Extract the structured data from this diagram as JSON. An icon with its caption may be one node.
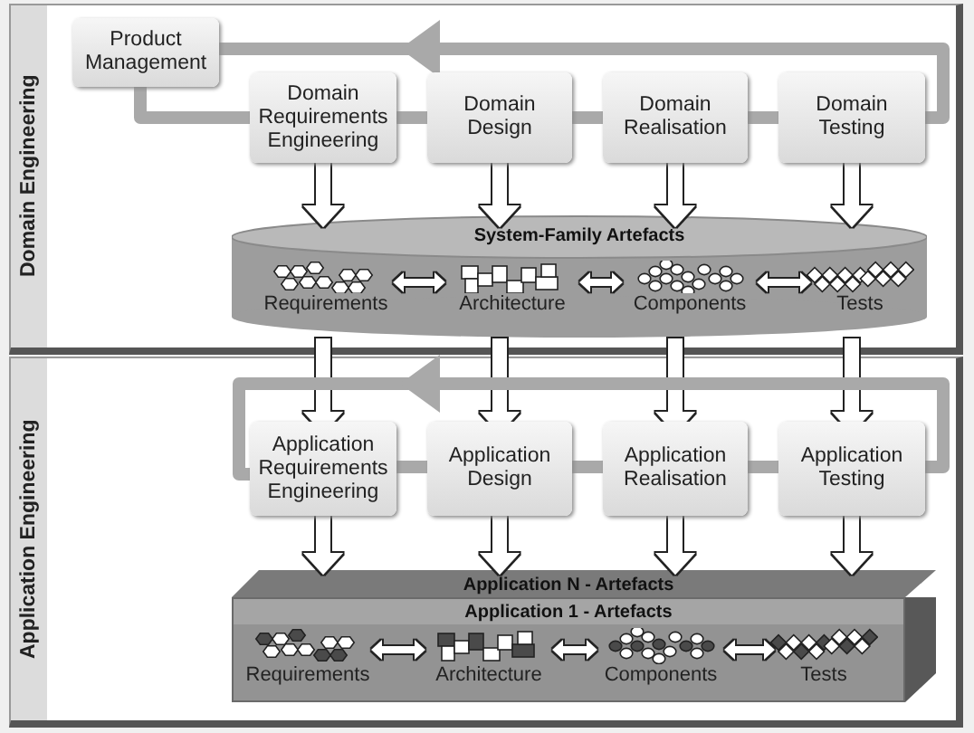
{
  "diagram": {
    "nodes": [
      {
        "text": [
          "Domain Engineering"
        ]
      },
      {
        "text": [
          "Product Management"
        ],
        "in": 0
      },
      {
        "text": [
          "Domain Requirements Engineering"
        ],
        "in": 0
      },
      {
        "text": [
          "Domain Design"
        ],
        "in": 0
      },
      {
        "text": [
          "Domain Realisation"
        ],
        "in": 0
      },
      {
        "text": [
          "Domain Testing"
        ],
        "in": 0
      },
      {
        "text": [
          "System-Family Artefacts"
        ],
        "in": 0
      },
      {
        "text": [
          "Requirements"
        ],
        "in": 6
      },
      {
        "text": [
          "Architecture"
        ],
        "in": 6
      },
      {
        "text": [
          "Components"
        ],
        "in": 6
      },
      {
        "text": [
          "Tests"
        ],
        "in": 6
      },
      {
        "text": [
          "Application Engineering"
        ]
      },
      {
        "text": [
          "Application Requirements Engineering"
        ],
        "in": 11
      },
      {
        "text": [
          "Application Design"
        ],
        "in": 11
      },
      {
        "text": [
          "Application Realisation"
        ],
        "in": 11
      },
      {
        "text": [
          "Application Testing"
        ],
        "in": 11
      },
      {
        "text": [
          "Application N - Artefacts"
        ],
        "in": 11
      },
      {
        "text": [
          "Application 1 - Artefacts"
        ],
        "in": 11
      },
      {
        "text": [
          "Requirements"
        ],
        "in": 17
      },
      {
        "text": [
          "Architecture"
        ],
        "in": 17
      },
      {
        "text": [
          "Components"
        ],
        "in": 17
      },
      {
        "text": [
          "Tests"
        ],
        "in": 17
      }
    ],
    "edges": [
      {
        "from": 1,
        "to": 2,
        "arrow": "none",
        "color": "#a9a9a9"
      },
      {
        "from": 2,
        "to": 3,
        "arrow": "none",
        "color": "#a9a9a9"
      },
      {
        "from": 3,
        "to": 4,
        "arrow": "none",
        "color": "#a9a9a9"
      },
      {
        "from": 4,
        "to": 5,
        "arrow": "none",
        "color": "#a9a9a9"
      },
      {
        "from": 5,
        "to": 1,
        "arrow": "to",
        "color": "#a9a9a9"
      },
      {
        "from": 2,
        "to": 6,
        "arrow": "to"
      },
      {
        "from": 3,
        "to": 6,
        "arrow": "to"
      },
      {
        "from": 4,
        "to": 6,
        "arrow": "to"
      },
      {
        "from": 5,
        "to": 6,
        "arrow": "to"
      },
      {
        "from": 7,
        "to": 8,
        "arrow": "both"
      },
      {
        "from": 8,
        "to": 9,
        "arrow": "both"
      },
      {
        "from": 9,
        "to": 10,
        "arrow": "both"
      },
      {
        "from": 6,
        "to": 12,
        "arrow": "to"
      },
      {
        "from": 6,
        "to": 13,
        "arrow": "to"
      },
      {
        "from": 6,
        "to": 14,
        "arrow": "to"
      },
      {
        "from": 6,
        "to": 15,
        "arrow": "to"
      },
      {
        "from": 12,
        "to": 13,
        "arrow": "none",
        "color": "#a9a9a9"
      },
      {
        "from": 13,
        "to": 14,
        "arrow": "none",
        "color": "#a9a9a9"
      },
      {
        "from": 14,
        "to": 15,
        "arrow": "none",
        "color": "#a9a9a9"
      },
      {
        "from": 15,
        "to": 12,
        "arrow": "to",
        "color": "#a9a9a9"
      },
      {
        "from": 12,
        "to": 16,
        "arrow": "to"
      },
      {
        "from": 13,
        "to": 16,
        "arrow": "to"
      },
      {
        "from": 14,
        "to": 16,
        "arrow": "to"
      },
      {
        "from": 15,
        "to": 16,
        "arrow": "to"
      },
      {
        "from": 18,
        "to": 19,
        "arrow": "both"
      },
      {
        "from": 19,
        "to": 20,
        "arrow": "both"
      },
      {
        "from": 20,
        "to": 21,
        "arrow": "both"
      }
    ]
  }
}
